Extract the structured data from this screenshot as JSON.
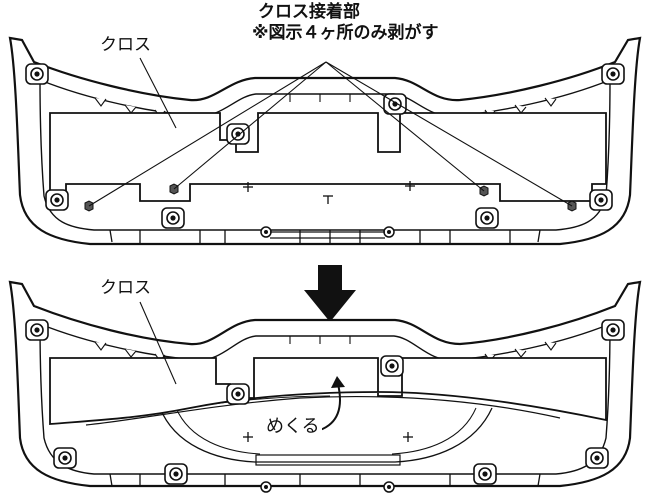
{
  "diagram": {
    "top_panel": {
      "cloth_label": "クロス",
      "callout_line1": "クロス接着部",
      "callout_line2": "※図示４ヶ所のみ剥がす"
    },
    "bottom_panel": {
      "cloth_label": "クロス",
      "action_label": "めくる"
    },
    "step_arrow": "down-arrow-icon"
  }
}
